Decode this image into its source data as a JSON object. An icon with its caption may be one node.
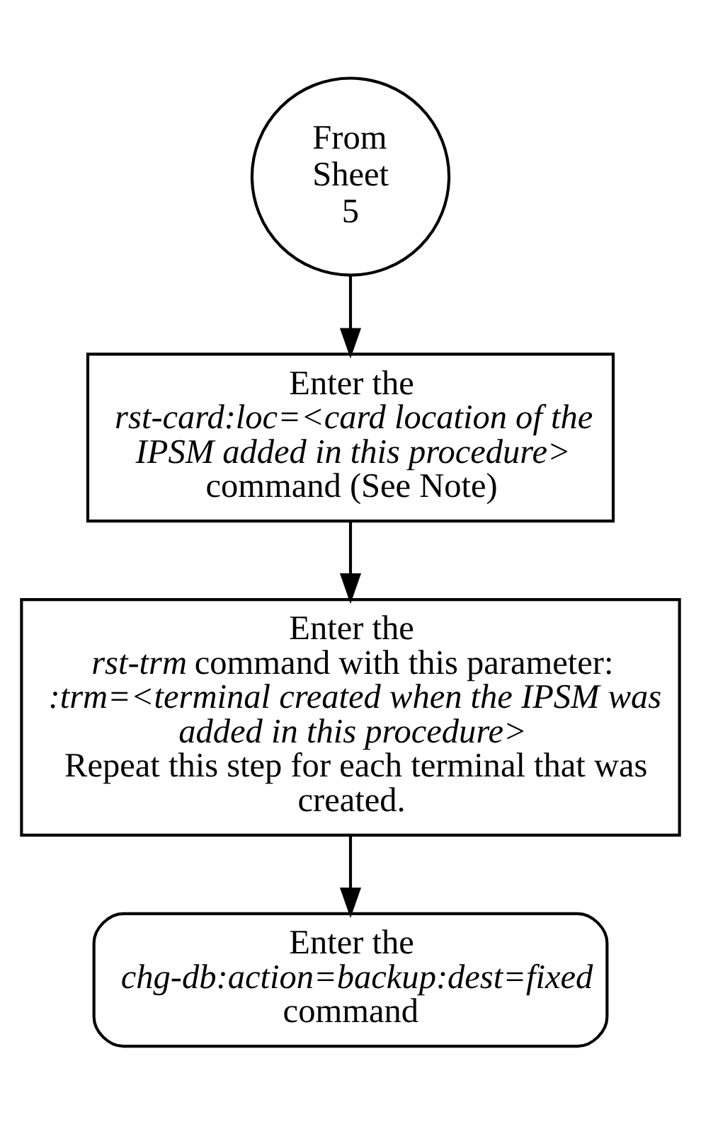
{
  "diagram": {
    "nodes": [
      {
        "text": [
          "From Sheet 5"
        ]
      },
      {
        "text": [
          "Enter the",
          "*rst-card:loc=<card location of the IPSM added in this procedure>* command (See Note)"
        ]
      },
      {
        "text": [
          "Enter the",
          "*rst-trm* command with this parameter: *:trm=<terminal created when the IPSM was added in this procedure>*",
          "Repeat this step for each terminal that was created."
        ]
      },
      {
        "text": [
          "Enter the",
          "*chg-db:action=backup:dest=fixed* command"
        ]
      }
    ],
    "edges": [
      {
        "from": 0,
        "to": 1,
        "arrow": "to"
      },
      {
        "from": 1,
        "to": 2,
        "arrow": "to"
      },
      {
        "from": 2,
        "to": 3,
        "arrow": "to"
      }
    ]
  }
}
